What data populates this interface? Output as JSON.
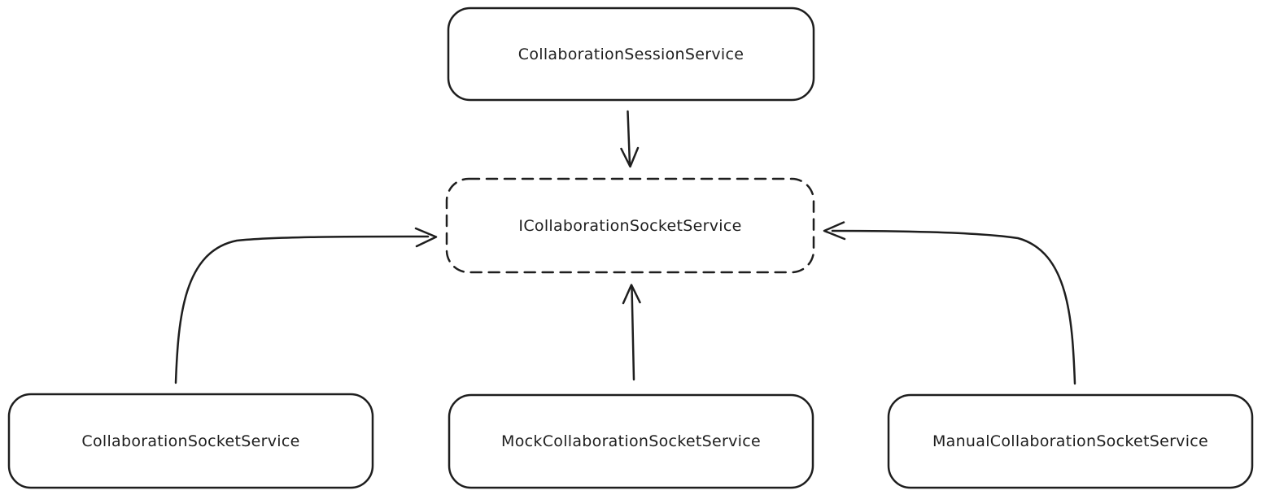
{
  "diagram": {
    "style": "hand-drawn-whiteboard",
    "colors": {
      "stroke": "#1e1e1e",
      "background": "#ffffff"
    },
    "nodes": [
      {
        "id": "session",
        "label": "CollaborationSessionService",
        "border": "solid",
        "role": "concrete-class"
      },
      {
        "id": "interface",
        "label": "ICollaborationSocketService",
        "border": "dashed",
        "role": "interface"
      },
      {
        "id": "socket",
        "label": "CollaborationSocketService",
        "border": "solid",
        "role": "concrete-class"
      },
      {
        "id": "mock",
        "label": "MockCollaborationSocketService",
        "border": "solid",
        "role": "concrete-class"
      },
      {
        "id": "manual",
        "label": "ManualCollaborationSocketService",
        "border": "solid",
        "role": "concrete-class"
      }
    ],
    "edges": [
      {
        "from": "CollaborationSessionService",
        "to": "ICollaborationSocketService",
        "direction": "down"
      },
      {
        "from": "CollaborationSocketService",
        "to": "ICollaborationSocketService",
        "direction": "up-right-curve"
      },
      {
        "from": "MockCollaborationSocketService",
        "to": "ICollaborationSocketService",
        "direction": "up"
      },
      {
        "from": "ManualCollaborationSocketService",
        "to": "ICollaborationSocketService",
        "direction": "up-left-curve"
      }
    ]
  }
}
